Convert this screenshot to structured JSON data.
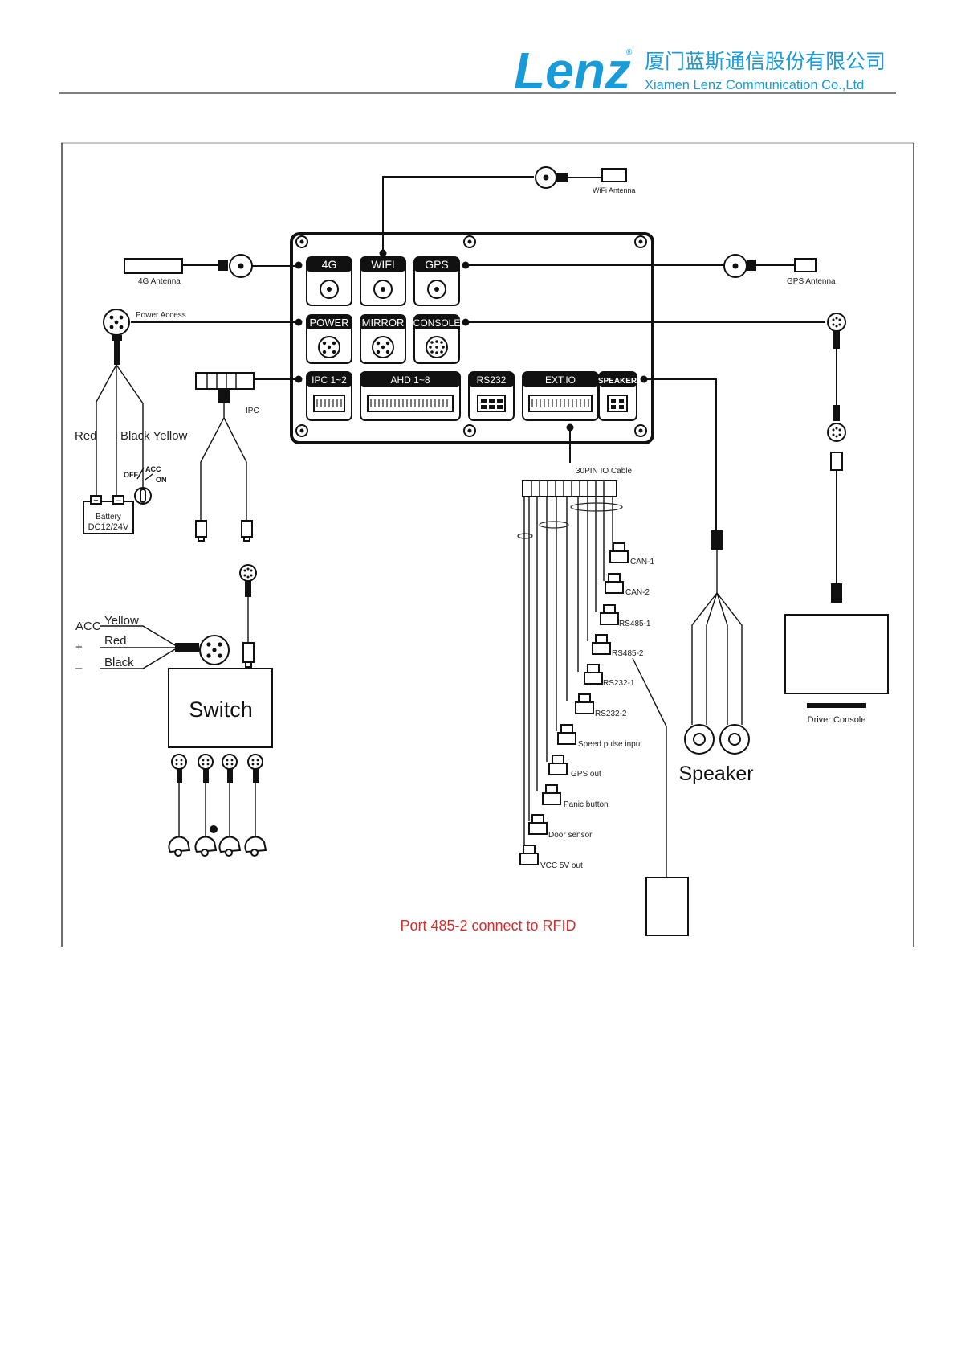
{
  "header": {
    "logo_text": "Lenz",
    "company_cn": "厦门蓝斯通信股份有限公司",
    "company_en": "Xiamen Lenz Communication Co.,Ltd",
    "brand_color": "#1a9ad6"
  },
  "device": {
    "ports_row1": [
      "4G",
      "WIFI",
      "GPS"
    ],
    "ports_row2": [
      "POWER",
      "MIRROR",
      "CONSOLE"
    ],
    "ports_row3": [
      "IPC 1~2",
      "AHD 1~8",
      "RS232",
      "EXT.IO",
      "SPEAKER"
    ]
  },
  "labels": {
    "wifi_antenna": "WiFi Antenna",
    "antenna_4g": "4G Antenna",
    "gps_antenna": "GPS Antenna",
    "power_access": "Power Access",
    "red": "Red",
    "black_yellow": "Black Yellow",
    "off": "OFF",
    "acc": "ACC",
    "on": "ON",
    "battery": "Battery",
    "battery_volt": "DC12/24V",
    "ipc": "IPC",
    "io_cable": "30PIN IO Cable",
    "driver_console": "Driver Console",
    "speaker": "Speaker",
    "switch": "Switch",
    "sw_acc": "ACC",
    "sw_plus": "+",
    "sw_minus": "–",
    "sw_yellow": "Yellow",
    "sw_red": "Red",
    "sw_black": "Black",
    "port_note": "Port 485-2 connect to RFID",
    "port_note_color": "#d03030"
  },
  "io_connectors": [
    "CAN-1",
    "CAN-2",
    "RS485-1",
    "RS485-2",
    "RS232-1",
    "RS232-2",
    "Speed pulse input",
    "GPS out",
    "Panic button",
    "Door sensor",
    "VCC 5V out"
  ]
}
